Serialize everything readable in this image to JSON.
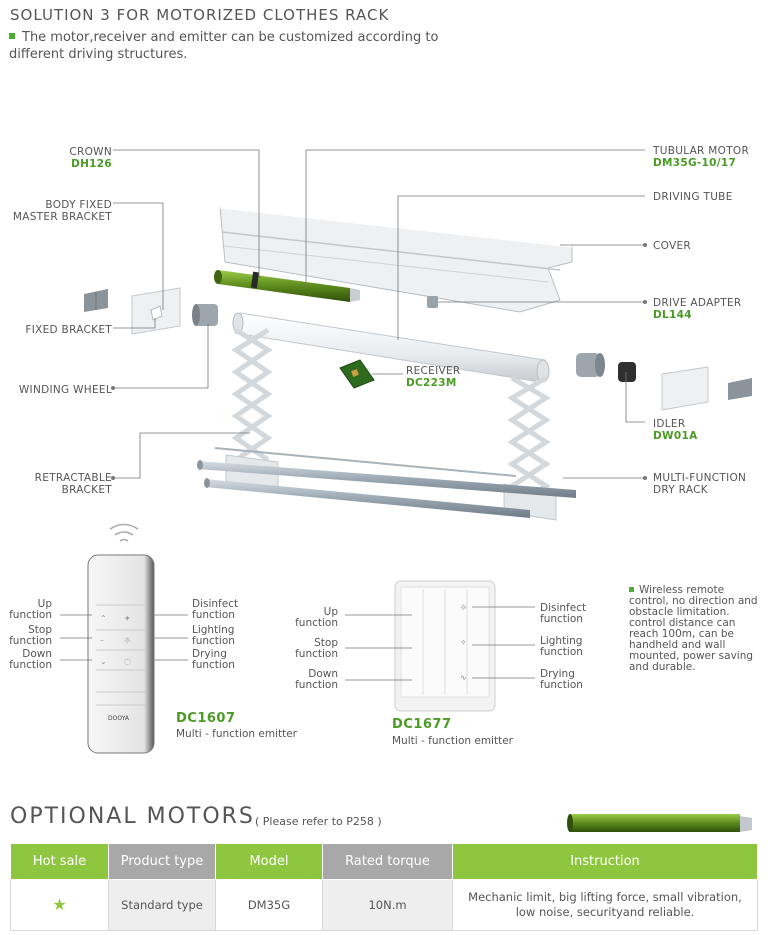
{
  "header": {
    "title": "SOLUTION 3 FOR MOTORIZED CLOTHES RACK",
    "intro": "The motor,receiver and emitter can be customized according to different driving structures."
  },
  "labels": {
    "crown": {
      "name": "CROWN",
      "code": "DH126"
    },
    "body_bracket": {
      "name": "BODY FIXED MASTER BRACKET"
    },
    "fixed_bracket": {
      "name": "FIXED BRACKET"
    },
    "winding_wheel": {
      "name": "WINDING WHEEL"
    },
    "retractable_bracket": {
      "name": "RETRACTABLE BRACKET"
    },
    "tubular_motor": {
      "name": "TUBULAR MOTOR",
      "code": "DM35G-10/17"
    },
    "driving_tube": {
      "name": "DRIVING TUBE"
    },
    "cover": {
      "name": "COVER"
    },
    "drive_adapter": {
      "name": "DRIVE ADAPTER",
      "code": "DL144"
    },
    "receiver": {
      "name": "RECEIVER",
      "code": "DC223M"
    },
    "idler": {
      "name": "IDLER",
      "code": "DW01A"
    },
    "dry_rack": {
      "name": "MULTI-FUNCTION DRY RACK"
    }
  },
  "remote": {
    "left": [
      "Up function",
      "Stop function",
      "Down function"
    ],
    "right": [
      "Disinfect function",
      "Lighting function",
      "Drying function"
    ],
    "model": "DC1607",
    "subtitle": "Multi - function emitter",
    "brand": "DOOYA"
  },
  "wall_switch": {
    "left": [
      "Up function",
      "Stop function",
      "Down function"
    ],
    "right": [
      "Disinfect function",
      "Lighting function",
      "Drying function"
    ],
    "model": "DC1677",
    "subtitle": "Multi - function emitter"
  },
  "feature": "Wireless remote control, no direction and obstacle limitation. control distance can reach 100m, can be handheld and wall mounted, power saving and durable.",
  "optional": {
    "title": "OPTIONAL MOTORS",
    "note": "( Please refer to P258 )",
    "headers": [
      "Hot sale",
      "Product type",
      "Model",
      "Rated torque",
      "Instruction"
    ],
    "row": {
      "hot": "★",
      "type": "Standard type",
      "model": "DM35G",
      "torque": "10N.m",
      "instruction": "Mechanic limit, big lifting force, small vibration, low noise, securityand reliable."
    }
  },
  "colors": {
    "accent_green": "#8ec63f",
    "code_green": "#4a9b23",
    "header_grey": "#a8a8a8"
  }
}
